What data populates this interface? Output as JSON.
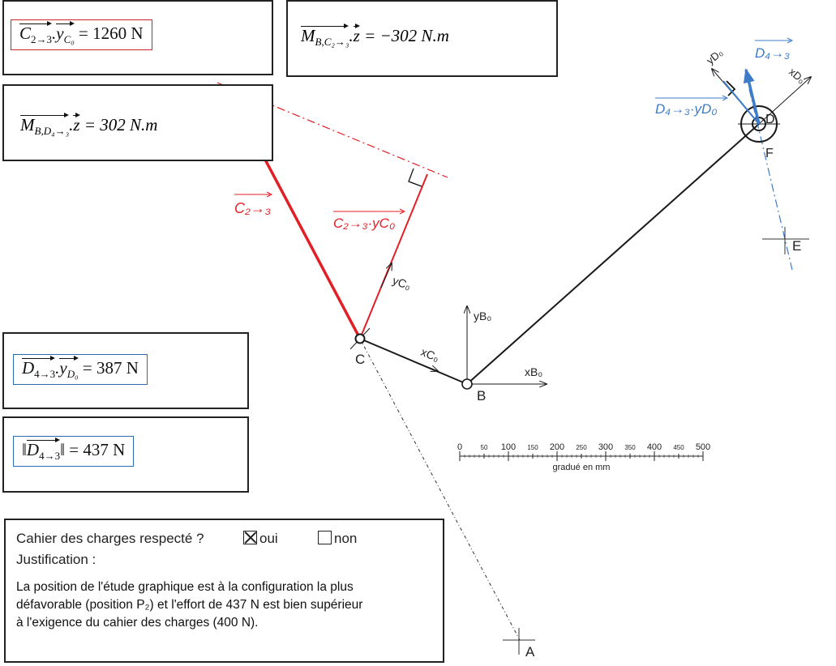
{
  "results": {
    "c23_y": {
      "vector": "C",
      "sub": "2→3",
      "dot": "y",
      "dot_sub": "C₀",
      "value": "= 1260 N"
    },
    "mb_c23_z": {
      "vector": "M",
      "sub": "B,C₂→₃",
      "dot": "z",
      "value": "= −302 N.m"
    },
    "mb_d43_z": {
      "vector": "M",
      "sub": "B,D₄→₃",
      "dot": "z",
      "value": "= 302 N.m"
    },
    "d43_y": {
      "vector": "D",
      "sub": "4→3",
      "dot": "y",
      "dot_sub": "D₀",
      "value": "= 387 N"
    },
    "d43_norm": {
      "vector": "D",
      "sub": "4→3",
      "value": "= 437 N"
    }
  },
  "diagram": {
    "points": {
      "A": "A",
      "B": "B",
      "C": "C",
      "D": "D",
      "E": "E",
      "F": "F"
    },
    "labels": {
      "c23": "C₂→₃",
      "c23_proj": "C₂→₃·yC₀",
      "d43": "D₄→₃",
      "d43_proj": "D₄→₃·yD₀",
      "y_c0": "yC₀",
      "x_c0": "xC₀",
      "y_b0": "yB₀",
      "x_b0": "xB₀",
      "y_d0": "yD₀",
      "x_d0": "xD₀"
    },
    "scale": {
      "ticks": [
        "0",
        "50",
        "100",
        "150",
        "200",
        "250",
        "300",
        "350",
        "400",
        "450",
        "500"
      ],
      "caption": "gradué en mm"
    },
    "colors": {
      "red": "#e41e26",
      "blue": "#3d7cc9",
      "black": "#1a1a1a"
    }
  },
  "spec": {
    "question": "Cahier des charges respecté ?",
    "option_yes": "oui",
    "option_no": "non",
    "yes_checked": true,
    "justification_label": "Justification :",
    "text_1": "La position de l'étude graphique est à la configuration la plus",
    "text_2": "défavorable (position P₂) et l'effort de 437 N est bien supérieur",
    "text_3": "à l'exigence du cahier des charges (400 N)."
  }
}
